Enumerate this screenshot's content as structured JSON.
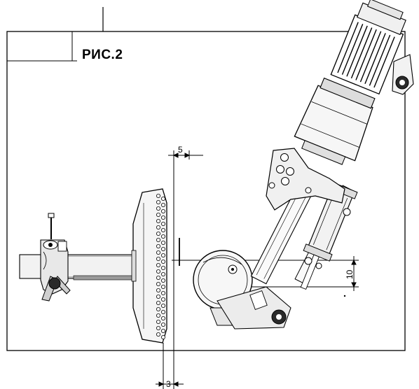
{
  "figure": {
    "label": "РИС.2",
    "dimensions": {
      "top": "5",
      "bottom": "3",
      "right": "10"
    }
  },
  "colors": {
    "line": "#000000",
    "background": "#ffffff",
    "fill_light": "#f2f2f2",
    "fill_mid": "#dcdcdc",
    "fill_dark": "#2a2a2a"
  }
}
